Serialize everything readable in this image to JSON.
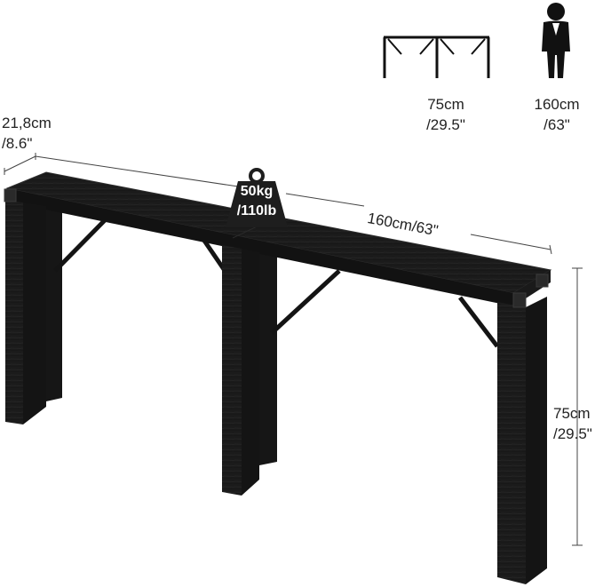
{
  "colors": {
    "table": "#1b1b1b",
    "table_edge": "#2e2e2e",
    "line": "#333333",
    "text": "#222222"
  },
  "reference": {
    "table_height_value": "75cm",
    "table_height_imperial": "/29.5\"",
    "person_height_value": "160cm",
    "person_height_imperial": "/63\""
  },
  "dimensions": {
    "depth_value": "21,8cm",
    "depth_imperial": "/8.6\"",
    "length_label": "160cm/63\"",
    "height_value": "75cm",
    "height_imperial": "/29.5\""
  },
  "load": {
    "weight_kg": "50kg",
    "weight_lb": "/110lb",
    "icon": "weight-icon"
  },
  "icons": {
    "table_outline": "table-outline-icon",
    "person": "person-silhouette-icon"
  }
}
